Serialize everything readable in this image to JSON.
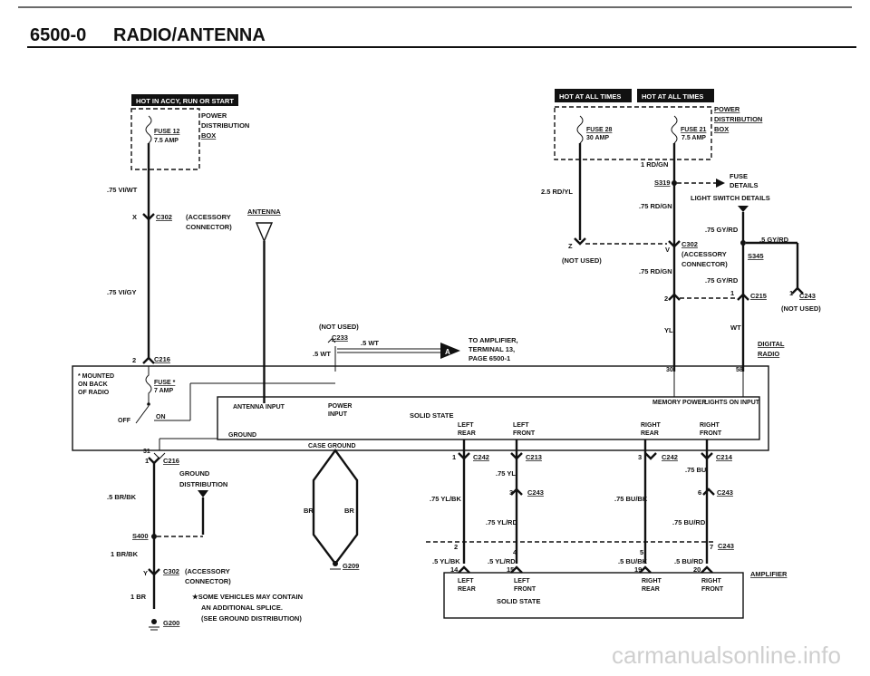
{
  "header": {
    "code": "6500-0",
    "title": "RADIO/ANTENNA"
  },
  "left_fuse": {
    "band": "HOT IN ACCY, RUN OR START",
    "fuse": "FUSE 12",
    "rating": "7.5 AMP",
    "power": "POWER",
    "distribution": "DISTRIBUTION",
    "box": "BOX"
  },
  "right_fuse": {
    "band_a": "HOT AT ALL TIMES",
    "band_b": "HOT AT ALL TIMES",
    "fuse_a": "FUSE 28",
    "rating_a": "30 AMP",
    "fuse_b": "FUSE 21",
    "rating_b": "7.5 AMP",
    "power": "POWER",
    "distribution": "DISTRIBUTION",
    "box": "BOX"
  },
  "wires": {
    "vi_wt": ".75 VI/WT",
    "vi_gy": ".75 VI/GY",
    "rd_yl": "2.5 RD/YL",
    "rd_gn_1": "1 RD/GN",
    "rd_gn_2": ".75 RD/GN",
    "rd_gn_3": ".75 RD/GN",
    "gy_rd_1": ".75 GY/RD",
    "gy_rd_2": ".5 GY/RD",
    "gy_rd_3": ".75 GY/RD",
    "yl": "YL",
    "wt": "WT",
    "wt_5": ".5 WT",
    "wt_5b": ".5 WT",
    "br_bk": ".5 BR/BK",
    "br_bk_1": "1 BR/BK",
    "br_1": "1 BR",
    "br_a": "BR",
    "br_b": "BR",
    "yl_75": ".75 YL",
    "yl_bk_75": ".75 YL/BK",
    "yl_rd_75": ".75 YL/RD",
    "yl_bk_5": ".5 YL/BK",
    "yl_rd_5": ".5 YL/RD",
    "bu_75": ".75 BU",
    "bu_bk_75": ".75 BU/BK",
    "bu_rd_75": ".75 BU/RD",
    "bu_bk_5": ".5 BU/BK",
    "bu_rd_5": ".5 BU/RD"
  },
  "connectors": {
    "x": "X",
    "c302": "C302",
    "c302_note_1": "(ACCESSORY",
    "c302_note_2": "CONNECTOR)",
    "c302_right": "C302",
    "c302_right_1": "(ACCESSORY",
    "c302_right_2": "CONNECTOR)",
    "y": "Y",
    "c302_low": "C302",
    "c302_low_1": "(ACCESSORY",
    "c302_low_2": "CONNECTOR)",
    "z": "Z",
    "v": "V",
    "not_used_z": "(NOT USED)",
    "s319": "S319",
    "fuse_details_1": "FUSE",
    "fuse_details_2": "DETAILS",
    "light_switch": "LIGHT SWITCH DETAILS",
    "s345": "S345",
    "c215_pin": "2",
    "c215": "C215",
    "c215_r_pin": "1",
    "c215_r": "C215",
    "c243_top_pin": "1",
    "c243_top": "C243",
    "not_used_c243": "(NOT USED)",
    "c216_top_pin": "2",
    "c216_top": "C216",
    "c216_low_pin": "1",
    "c216_low": "C216",
    "pin31": "31",
    "c233": "C233",
    "not_used_c233": "(NOT USED)",
    "to_amp_1": "TO AMPLIFIER,",
    "to_amp_2": "TERMINAL 13,",
    "to_amp_3": "PAGE 6500-1",
    "page_ref": "A",
    "pin30": "30",
    "pin58": "58",
    "c242_l_pin": "1",
    "c242_l": "C242",
    "c213": "C213",
    "c243_a_pin": "3",
    "c243_a": "C243",
    "c242_r_pin": "3",
    "c242_r": "C242",
    "c214": "C214",
    "c243_b_pin": "6",
    "c243_b": "C243",
    "c243_c": "C243",
    "s400": "S400",
    "g200": "G200",
    "g209": "G209",
    "pin2": "2",
    "pin4": "4",
    "pin5": "5",
    "pin7": "7",
    "pin14": "14",
    "pin15": "15",
    "pin19": "19",
    "pin20": "20"
  },
  "antenna": {
    "label": "ANTENNA"
  },
  "radio": {
    "mounted_1": "* MOUNTED",
    "mounted_2": "ON BACK",
    "mounted_3": "OF RADIO",
    "fuse": "FUSE *",
    "fuse_amp": "7 AMP",
    "off": "OFF",
    "on": "ON",
    "antenna_input": "ANTENNA INPUT",
    "power_input_1": "POWER",
    "power_input_2": "INPUT",
    "solid_state": "SOLID STATE",
    "memory": "MEMORY POWER",
    "lights": "LIGHTS ON INPUT",
    "left_rear_1": "LEFT",
    "left_rear_2": "REAR",
    "left_front_1": "LEFT",
    "left_front_2": "FRONT",
    "right_rear_1": "RIGHT",
    "right_rear_2": "REAR",
    "right_front_1": "RIGHT",
    "right_front_2": "FRONT",
    "ground": "GROUND",
    "case_ground": "CASE GROUND",
    "digital": "DIGITAL",
    "radio": "RADIO"
  },
  "ground_dist": {
    "g1": "GROUND",
    "g2": "DISTRIBUTION"
  },
  "note": {
    "l1": "★SOME VEHICLES MAY CONTAIN",
    "l2": "AN ADDITIONAL SPLICE.",
    "l3": "(SEE GROUND DISTRIBUTION)"
  },
  "amplifier": {
    "label": "AMPLIFIER",
    "left_rear_1": "LEFT",
    "left_rear_2": "REAR",
    "left_front_1": "LEFT",
    "left_front_2": "FRONT",
    "right_rear_1": "RIGHT",
    "right_rear_2": "REAR",
    "right_front_1": "RIGHT",
    "right_front_2": "FRONT",
    "solid_state": "SOLID STATE"
  },
  "watermark": "carmanualsonline.info"
}
